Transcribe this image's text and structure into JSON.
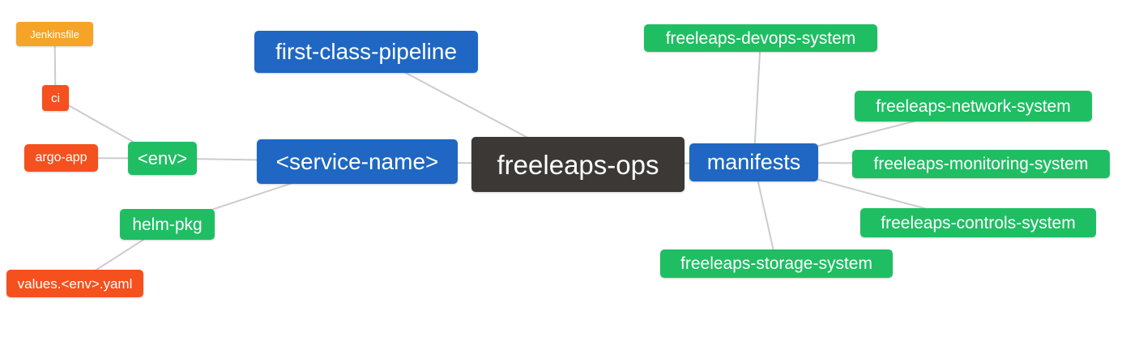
{
  "colors": {
    "node_orange": "#F5A428",
    "node_red": "#F4511E",
    "node_green": "#1FBE63",
    "node_blue": "#1F67C2",
    "node_dark": "#3B3836",
    "connector": "#CCCCCC",
    "text": "#FFFFFF"
  },
  "diagram": {
    "type": "mindmap",
    "root": "freeleaps-ops",
    "nodes": [
      {
        "id": "jenkinsfile",
        "label": "Jenkinsfile",
        "color": "orange"
      },
      {
        "id": "ci",
        "label": "ci",
        "color": "red"
      },
      {
        "id": "argo-app",
        "label": "argo-app",
        "color": "red"
      },
      {
        "id": "env",
        "label": "<env>",
        "color": "green"
      },
      {
        "id": "first-class-pipeline",
        "label": "first-class-pipeline",
        "color": "blue"
      },
      {
        "id": "service-name",
        "label": "<service-name>",
        "color": "blue"
      },
      {
        "id": "freeleaps-ops",
        "label": "freeleaps-ops",
        "color": "dark"
      },
      {
        "id": "helm-pkg",
        "label": "helm-pkg",
        "color": "green"
      },
      {
        "id": "values-env-yaml",
        "label": "values.<env>.yaml",
        "color": "red"
      },
      {
        "id": "manifests",
        "label": "manifests",
        "color": "blue"
      },
      {
        "id": "freeleaps-devops-system",
        "label": "freeleaps-devops-system",
        "color": "green"
      },
      {
        "id": "freeleaps-network-system",
        "label": "freeleaps-network-system",
        "color": "green"
      },
      {
        "id": "freeleaps-monitoring-system",
        "label": "freeleaps-monitoring-system",
        "color": "green"
      },
      {
        "id": "freeleaps-controls-system",
        "label": "freeleaps-controls-system",
        "color": "green"
      },
      {
        "id": "freeleaps-storage-system",
        "label": "freeleaps-storage-system",
        "color": "green"
      }
    ],
    "edges": [
      {
        "from": "jenkinsfile",
        "to": "ci"
      },
      {
        "from": "ci",
        "to": "env"
      },
      {
        "from": "argo-app",
        "to": "env"
      },
      {
        "from": "env",
        "to": "service-name"
      },
      {
        "from": "helm-pkg",
        "to": "service-name"
      },
      {
        "from": "values-env-yaml",
        "to": "helm-pkg"
      },
      {
        "from": "first-class-pipeline",
        "to": "freeleaps-ops"
      },
      {
        "from": "service-name",
        "to": "freeleaps-ops"
      },
      {
        "from": "freeleaps-ops",
        "to": "manifests"
      },
      {
        "from": "manifests",
        "to": "freeleaps-devops-system"
      },
      {
        "from": "manifests",
        "to": "freeleaps-network-system"
      },
      {
        "from": "manifests",
        "to": "freeleaps-monitoring-system"
      },
      {
        "from": "manifests",
        "to": "freeleaps-controls-system"
      },
      {
        "from": "manifests",
        "to": "freeleaps-storage-system"
      }
    ]
  }
}
